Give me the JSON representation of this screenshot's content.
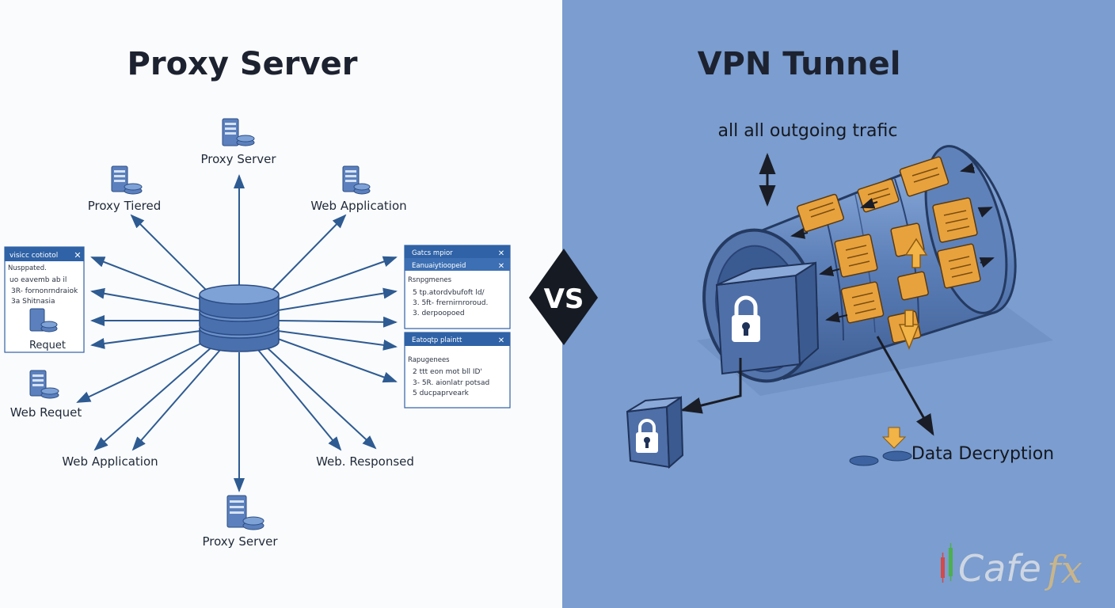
{
  "left": {
    "title": "Proxy Server",
    "labels": {
      "top": "Proxy Server",
      "top_left": "Proxy Tiered",
      "top_right": "Web Application",
      "left_mid": "Web Requet",
      "bottom_left": "Web Application",
      "bottom_right": "Web. Responsed",
      "bottom": "Proxy Server"
    },
    "panel_left": {
      "title": "visicc cotiotol",
      "heading": "Nusppated.",
      "lines": [
        "uo eavemb ab il",
        "3R- fornonrndraiok",
        "3a Shitnasia"
      ],
      "footer": "Requet"
    },
    "panel_right_top": {
      "title": "Gatcs mpior",
      "subtitle": "Eanuaiytioopeid",
      "heading": "Rsnpgmenes",
      "lines": [
        "5 tp.atordvbufoft ld/",
        "3. 5ft- frernirnroroud.",
        "3. derpoopoed"
      ]
    },
    "panel_right_bottom": {
      "title": "Eatoqtp plaintt",
      "heading": "Rapugenees",
      "lines": [
        "2 ttt eon mot bll ID'",
        "3- 5R. aionlatr potsad",
        "5 ducpaprveark"
      ]
    }
  },
  "vs_label": "VS",
  "right": {
    "title": "VPN Tunnel",
    "traffic_label": "all all outgoing trafic",
    "decryption_label": "Data Decryption"
  },
  "logo_text": "Cafe",
  "logo_suffix": "fx",
  "colors": {
    "left_bg": "#fafbfc",
    "right_bg": "#7b9dcf",
    "arrow": "#2e5b92",
    "server_blue": "#5b80bd",
    "packet_orange": "#e8a23d",
    "panel_header": "#2f62a6"
  }
}
